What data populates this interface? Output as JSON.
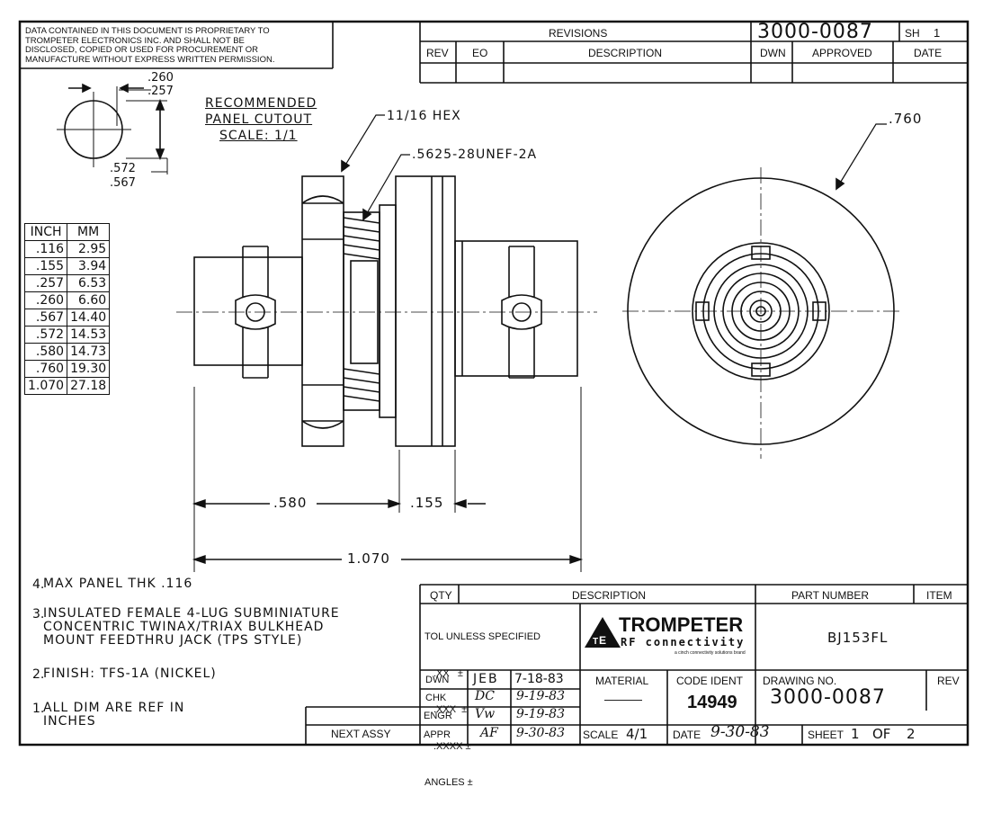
{
  "proprietary_notice": [
    "DATA CONTAINED IN THIS DOCUMENT IS PROPRIETARY TO",
    "TROMPETER ELECTRONICS INC. AND SHALL NOT BE",
    "DISCLOSED, COPIED OR USED FOR PROCUREMENT OR",
    "MANUFACTURE WITHOUT EXPRESS WRITTEN PERMISSION."
  ],
  "revisions": {
    "title": "REVISIONS",
    "doc_number": "3000-0087",
    "sheet_label": "SH",
    "sheet_number": "1",
    "columns": [
      "REV",
      "EO",
      "DESCRIPTION",
      "DWN",
      "APPROVED",
      "DATE"
    ]
  },
  "panel_cutout": {
    "title_lines": [
      "RECOMMENDED",
      "PANEL CUTOUT",
      "SCALE: 1/1"
    ],
    "width_upper": ".260",
    "width_lower": ".257",
    "height_upper": ".572",
    "height_lower": ".567"
  },
  "drawing_labels": {
    "hex": "11/16 HEX",
    "thread": ".5625-28UNEF-2A",
    "diameter": ".760",
    "dim_580": ".580",
    "dim_155": ".155",
    "dim_1070": "1.070"
  },
  "conversion_table": {
    "headers": [
      "INCH",
      "MM"
    ],
    "rows": [
      [
        ".116",
        "2.95"
      ],
      [
        ".155",
        "3.94"
      ],
      [
        ".257",
        "6.53"
      ],
      [
        ".260",
        "6.60"
      ],
      [
        ".567",
        "14.40"
      ],
      [
        ".572",
        "14.53"
      ],
      [
        ".580",
        "14.73"
      ],
      [
        ".760",
        "19.30"
      ],
      [
        "1.070",
        "27.18"
      ]
    ]
  },
  "notes": [
    {
      "num": "4.",
      "text": "MAX PANEL THK .116"
    },
    {
      "num": "3.",
      "text": "INSULATED FEMALE 4-LUG SUBMINIATURE\nCONCENTRIC TWINAX/TRIAX BULKHEAD\nMOUNT FEEDTHRU JACK (TPS STYLE)"
    },
    {
      "num": "2.",
      "text": "FINISH: TFS-1A (NICKEL)"
    },
    {
      "num": "1.",
      "text": "ALL DIM ARE REF IN\nINCHES"
    }
  ],
  "title_block": {
    "qty_label": "QTY",
    "description_label": "DESCRIPTION",
    "part_number_label": "PART NUMBER",
    "item_label": "ITEM",
    "tolerance_lines": [
      "TOL UNLESS SPECIFIED",
      ".XX   ±",
      ".XXX  ±",
      ".XXXX ±",
      "ANGLES ±"
    ],
    "company": "TROMPETER",
    "company_sub": "RF connectivity",
    "company_tagline": "a cinch connectivity solutions brand",
    "part_number": "BJ153FL",
    "dwn_label": "DWN",
    "dwn_initials": "JEB",
    "dwn_date": "7-18-83",
    "chk_label": "CHK",
    "chk_initials": "DC",
    "chk_date": "9-19-83",
    "engr_label": "ENGR",
    "engr_initials": "Vw",
    "engr_date": "9-19-83",
    "appr_label": "APPR",
    "appr_initials": "AF",
    "appr_date": "9-30-83",
    "material_label": "MATERIAL",
    "material_value": "———",
    "code_ident_label": "CODE IDENT",
    "code_ident": "14949",
    "drawing_no_label": "DRAWING NO.",
    "drawing_no": "3000-0087",
    "rev_label": "REV",
    "scale_label": "SCALE",
    "scale_value": "4/1",
    "date_label": "DATE",
    "date_value": "9-30-83",
    "sheet_label": "SHEET",
    "sheet_value": "1",
    "of_label": "OF",
    "of_value": "2",
    "next_assy_label": "NEXT ASSY"
  }
}
